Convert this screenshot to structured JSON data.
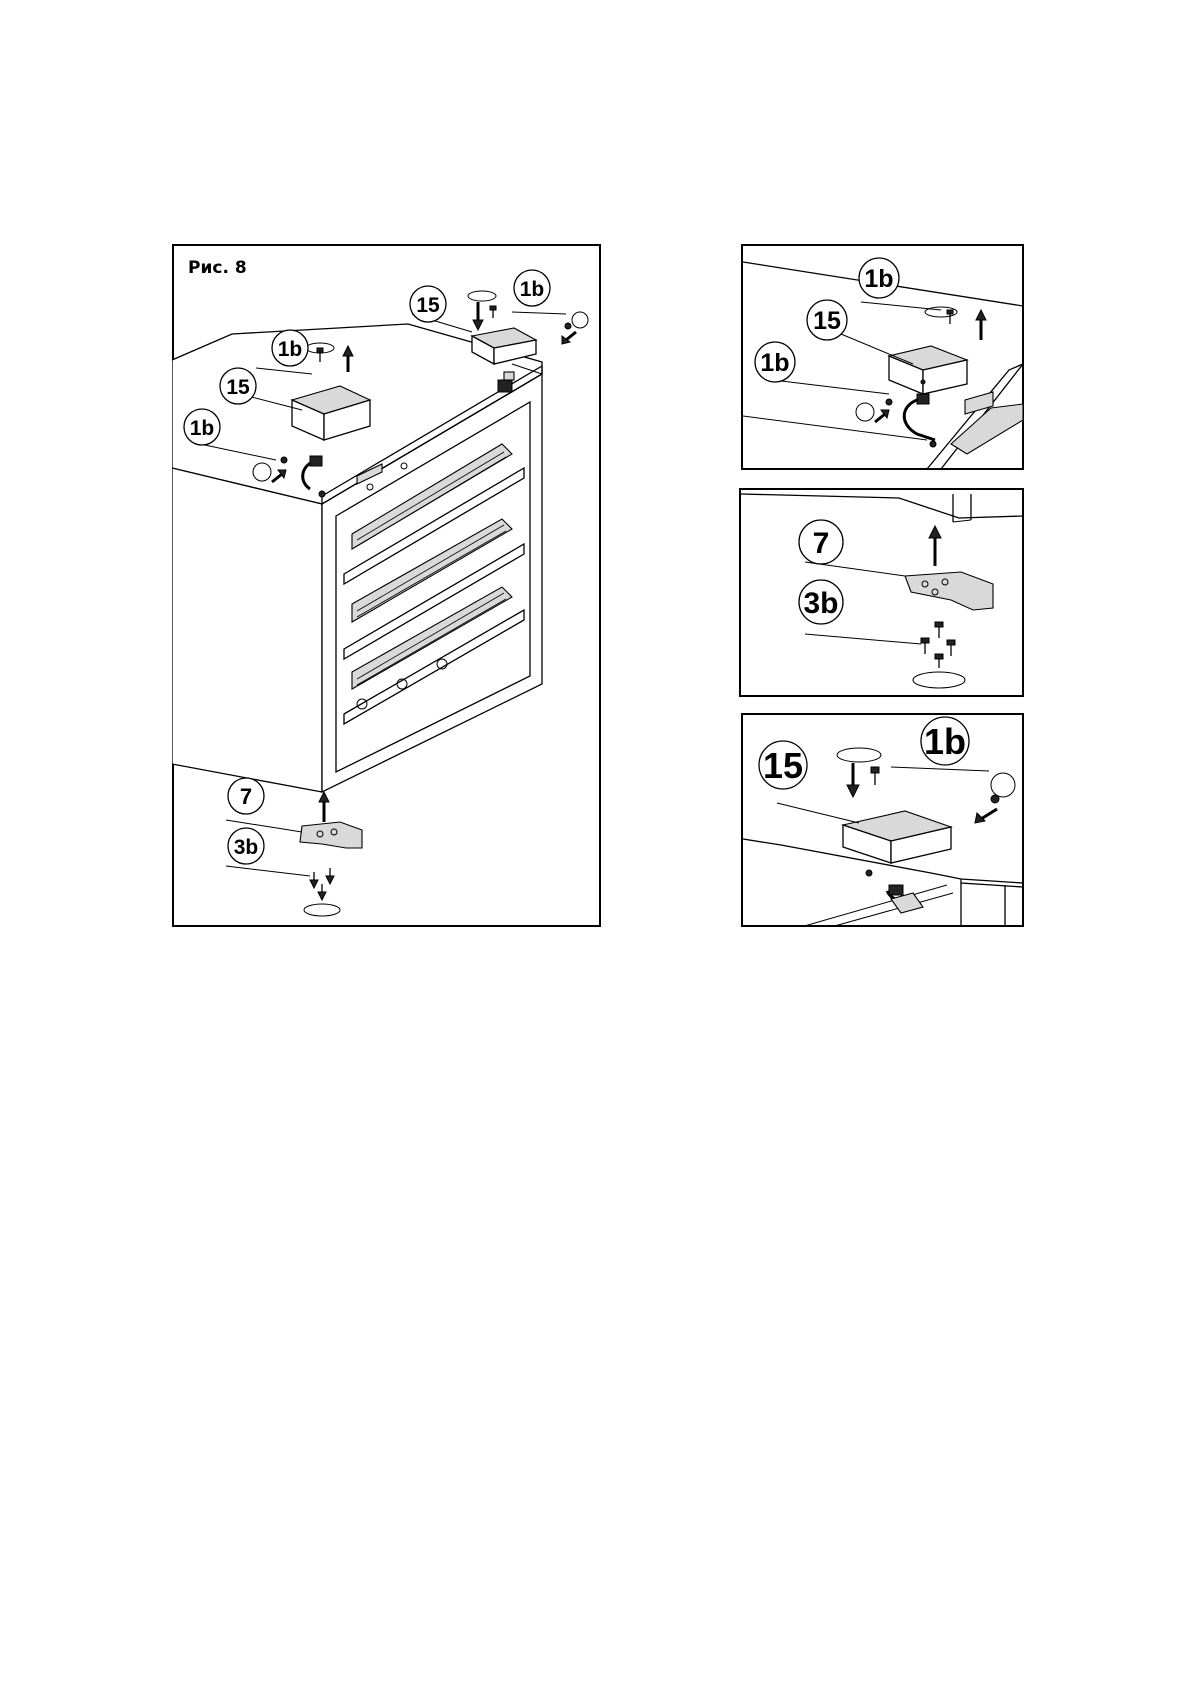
{
  "figure": {
    "title": "Рис. 8"
  },
  "labels": {
    "bracket": "7",
    "screws": "3b",
    "cover": "15",
    "screw": "1b"
  }
}
